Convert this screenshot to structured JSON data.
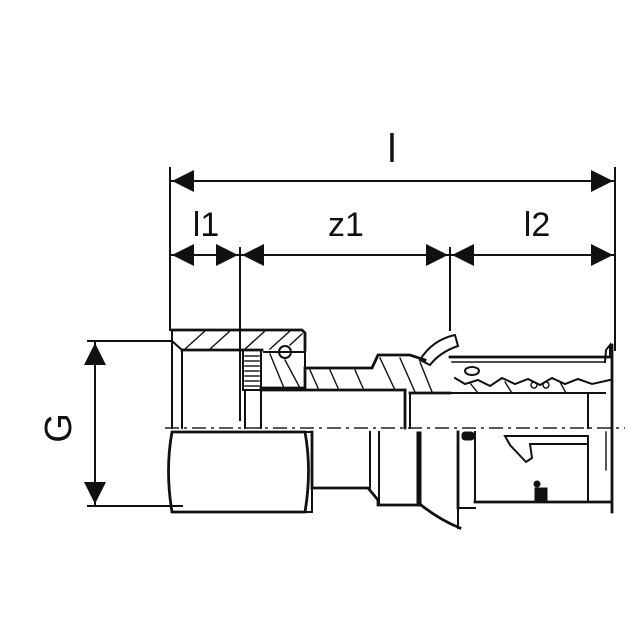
{
  "diagram": {
    "type": "technical-drawing",
    "subject": "pipe fitting cross-section with dimension lines",
    "background": "#ffffff",
    "line_color": "#111111"
  },
  "dimensions": {
    "overall_length": {
      "label": "l"
    },
    "l1": {
      "label": "l1"
    },
    "z1": {
      "label": "z1"
    },
    "l2": {
      "label": "l2"
    },
    "thread": {
      "label": "G"
    }
  }
}
